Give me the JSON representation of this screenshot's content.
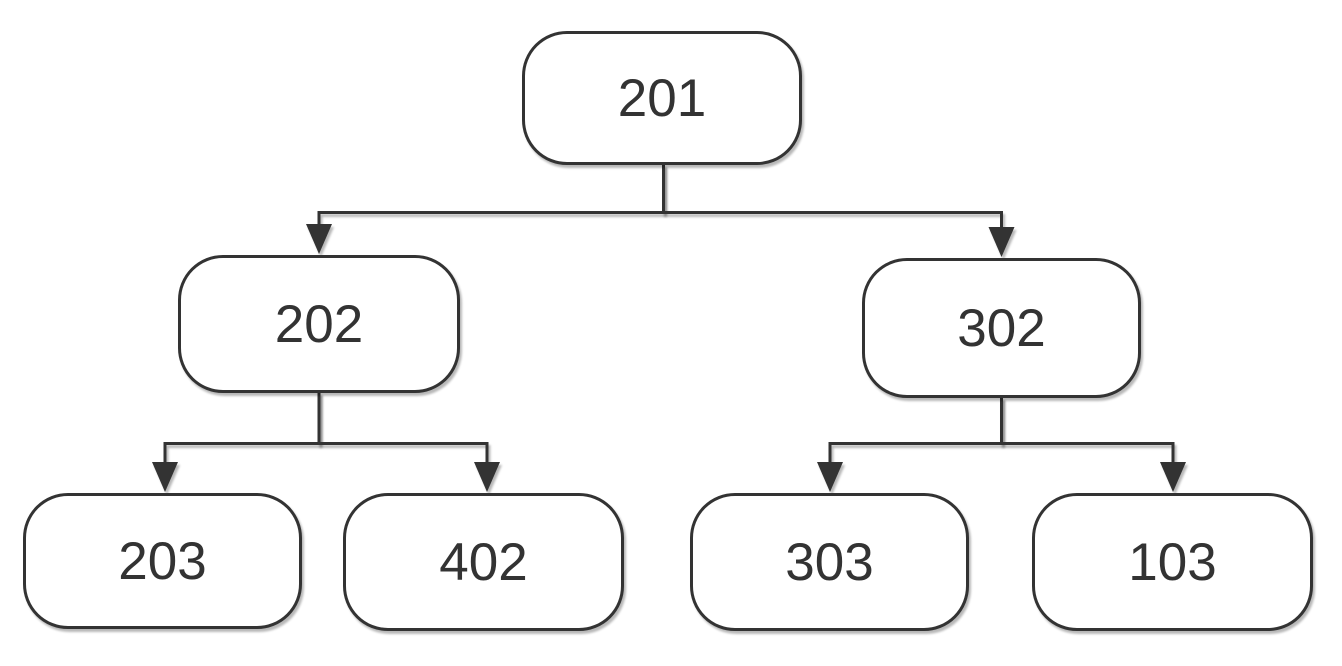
{
  "diagram": {
    "type": "tree",
    "background": "#ffffff",
    "node_fill": "#ffffff",
    "node_stroke": "#333333",
    "text_color": "#333333",
    "connector_color": "#333333",
    "arrow_style": "filled-triangle-down"
  },
  "nodes": [
    {
      "id": "201",
      "label": "201",
      "level": 0
    },
    {
      "id": "202",
      "label": "202",
      "level": 1
    },
    {
      "id": "302",
      "label": "302",
      "level": 1
    },
    {
      "id": "203",
      "label": "203",
      "level": 2
    },
    {
      "id": "402",
      "label": "402",
      "level": 2
    },
    {
      "id": "303",
      "label": "303",
      "level": 2
    },
    {
      "id": "103",
      "label": "103",
      "level": 2
    }
  ],
  "edges": [
    {
      "from": "201",
      "to": "202"
    },
    {
      "from": "201",
      "to": "302"
    },
    {
      "from": "202",
      "to": "203"
    },
    {
      "from": "202",
      "to": "402"
    },
    {
      "from": "302",
      "to": "303"
    },
    {
      "from": "302",
      "to": "103"
    }
  ],
  "tree": {
    "root": {
      "label": "201",
      "children": [
        {
          "label": "202",
          "children": [
            {
              "label": "203"
            },
            {
              "label": "402"
            }
          ]
        },
        {
          "label": "302",
          "children": [
            {
              "label": "303"
            },
            {
              "label": "103"
            }
          ]
        }
      ]
    }
  }
}
